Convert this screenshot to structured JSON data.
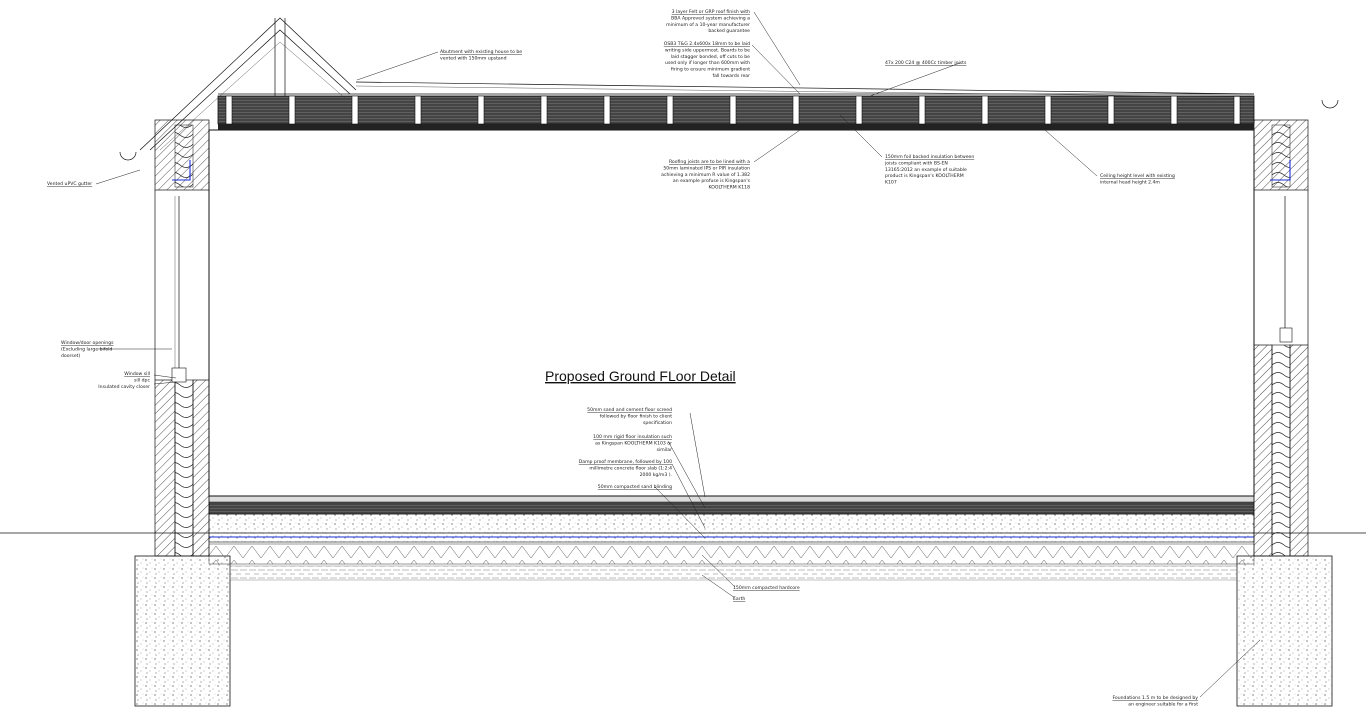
{
  "title": "Proposed Ground FLoor Detail",
  "colors": {
    "line": "#111111",
    "membrane": "#1a2fd6",
    "insulation_fill": "#3a3a3a",
    "background": "#ffffff"
  },
  "notes": {
    "roof_finish": [
      "3 layer Felt or GRP roof finish with",
      "BBA Approved system achieving a",
      "minimum of a 10-year manufacturer",
      "backed guarantee"
    ],
    "osb_deck": [
      "OSB3 T&G 2.4x600x 18mm to be laid",
      "writing side uppermost. Boards to be",
      "laid stagger bonded, off cuts to be",
      "used only if longer than 600mm with",
      "firing to ensure minimum gradient",
      "fall towards rear"
    ],
    "abutment": [
      "Abutment with existing house to be",
      "vented with 150mm upstand"
    ],
    "timber_joists": [
      "47x 200 C24 @ 400Cc timber joists"
    ],
    "roofing_joists": [
      "Roofing joists are to be lined with a",
      "50mm laminated IPS or PIR insulation",
      "achieving a minimum R value of 1.382",
      "an example profuse is Kingspan's",
      "KOOLTHERM K118"
    ],
    "foil_insulation": [
      "150mm foil backed insulation between",
      "joists compliant with BS-EN",
      "13165:2012 an example of suitable",
      "product is Kingspan's KOOLTHERM",
      "K107"
    ],
    "ceiling_height": [
      "Ceiling height level with existing",
      "internal head height 2.4m"
    ],
    "gutter": [
      "Vented uPVC gutter"
    ],
    "window_openings": [
      "Window/door openings",
      "(Excluding large bifold",
      "doorset)"
    ],
    "sill": [
      "Window sill",
      "sill dpc",
      "Insulated cavity closer"
    ],
    "screed": [
      "50mm sand and cement floor screed",
      "followed by floor finish to client",
      "specification"
    ],
    "floor_insulation": [
      "100 mm rigid floor insulation such",
      "as Kingspan KOOLTHERM K103 or",
      "similar"
    ],
    "dpm_slab": [
      "Damp proof membrane, followed by 100",
      "millimetre concrete floor slab (1:2:4",
      "2000 kg/m3 )."
    ],
    "blinding": [
      "50mm compacted sand blinding"
    ],
    "hardcore": [
      "150mm compacted hardcore"
    ],
    "earth": [
      "Earth"
    ],
    "foundations": [
      "Foundations 1.5 m to be designed by",
      "an engineer suitable for a first"
    ]
  }
}
